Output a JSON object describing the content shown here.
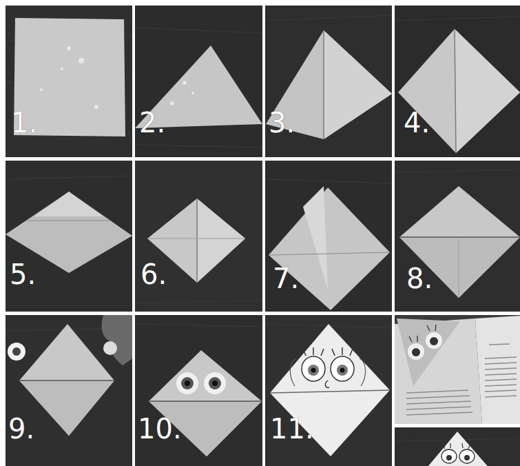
{
  "diagram": {
    "labels": [
      "1.",
      "2.",
      "3.",
      "4.",
      "5.",
      "6.",
      "7.",
      "8.",
      "9.",
      "10.",
      "11."
    ]
  }
}
